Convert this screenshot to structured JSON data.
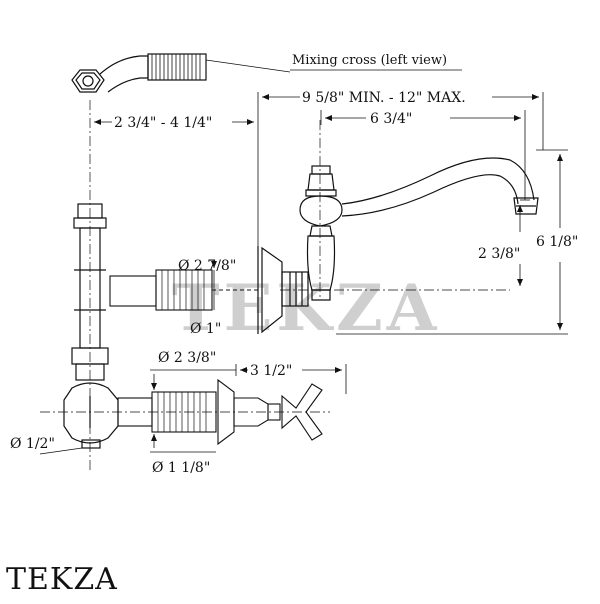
{
  "callout": {
    "mixing_cross": "Mixing cross (left view)"
  },
  "dimensions": {
    "spout_span": "9 5/8\" MIN. - 12\" MAX.",
    "spout_reach": "6 3/4\"",
    "inlet_range": "2 3/4\" - 4 1/4\"",
    "flange_dia": "Ø 2 7/8\"",
    "spout_height": "2 3/8\"",
    "total_height": "6 1/8\"",
    "pipe_dia": "Ø 1\"",
    "valve_flange_dia": "Ø 2 3/8\"",
    "valve_depth": "3 1/2\"",
    "inlet_dia": "Ø 1/2\"",
    "valve_body_dia": "Ø 1 1/8\""
  },
  "watermark": {
    "text": "TEKZA"
  },
  "footer": {
    "brand": "TEKZA"
  },
  "colors": {
    "line": "#111111",
    "watermark": "#cfcfcf"
  }
}
